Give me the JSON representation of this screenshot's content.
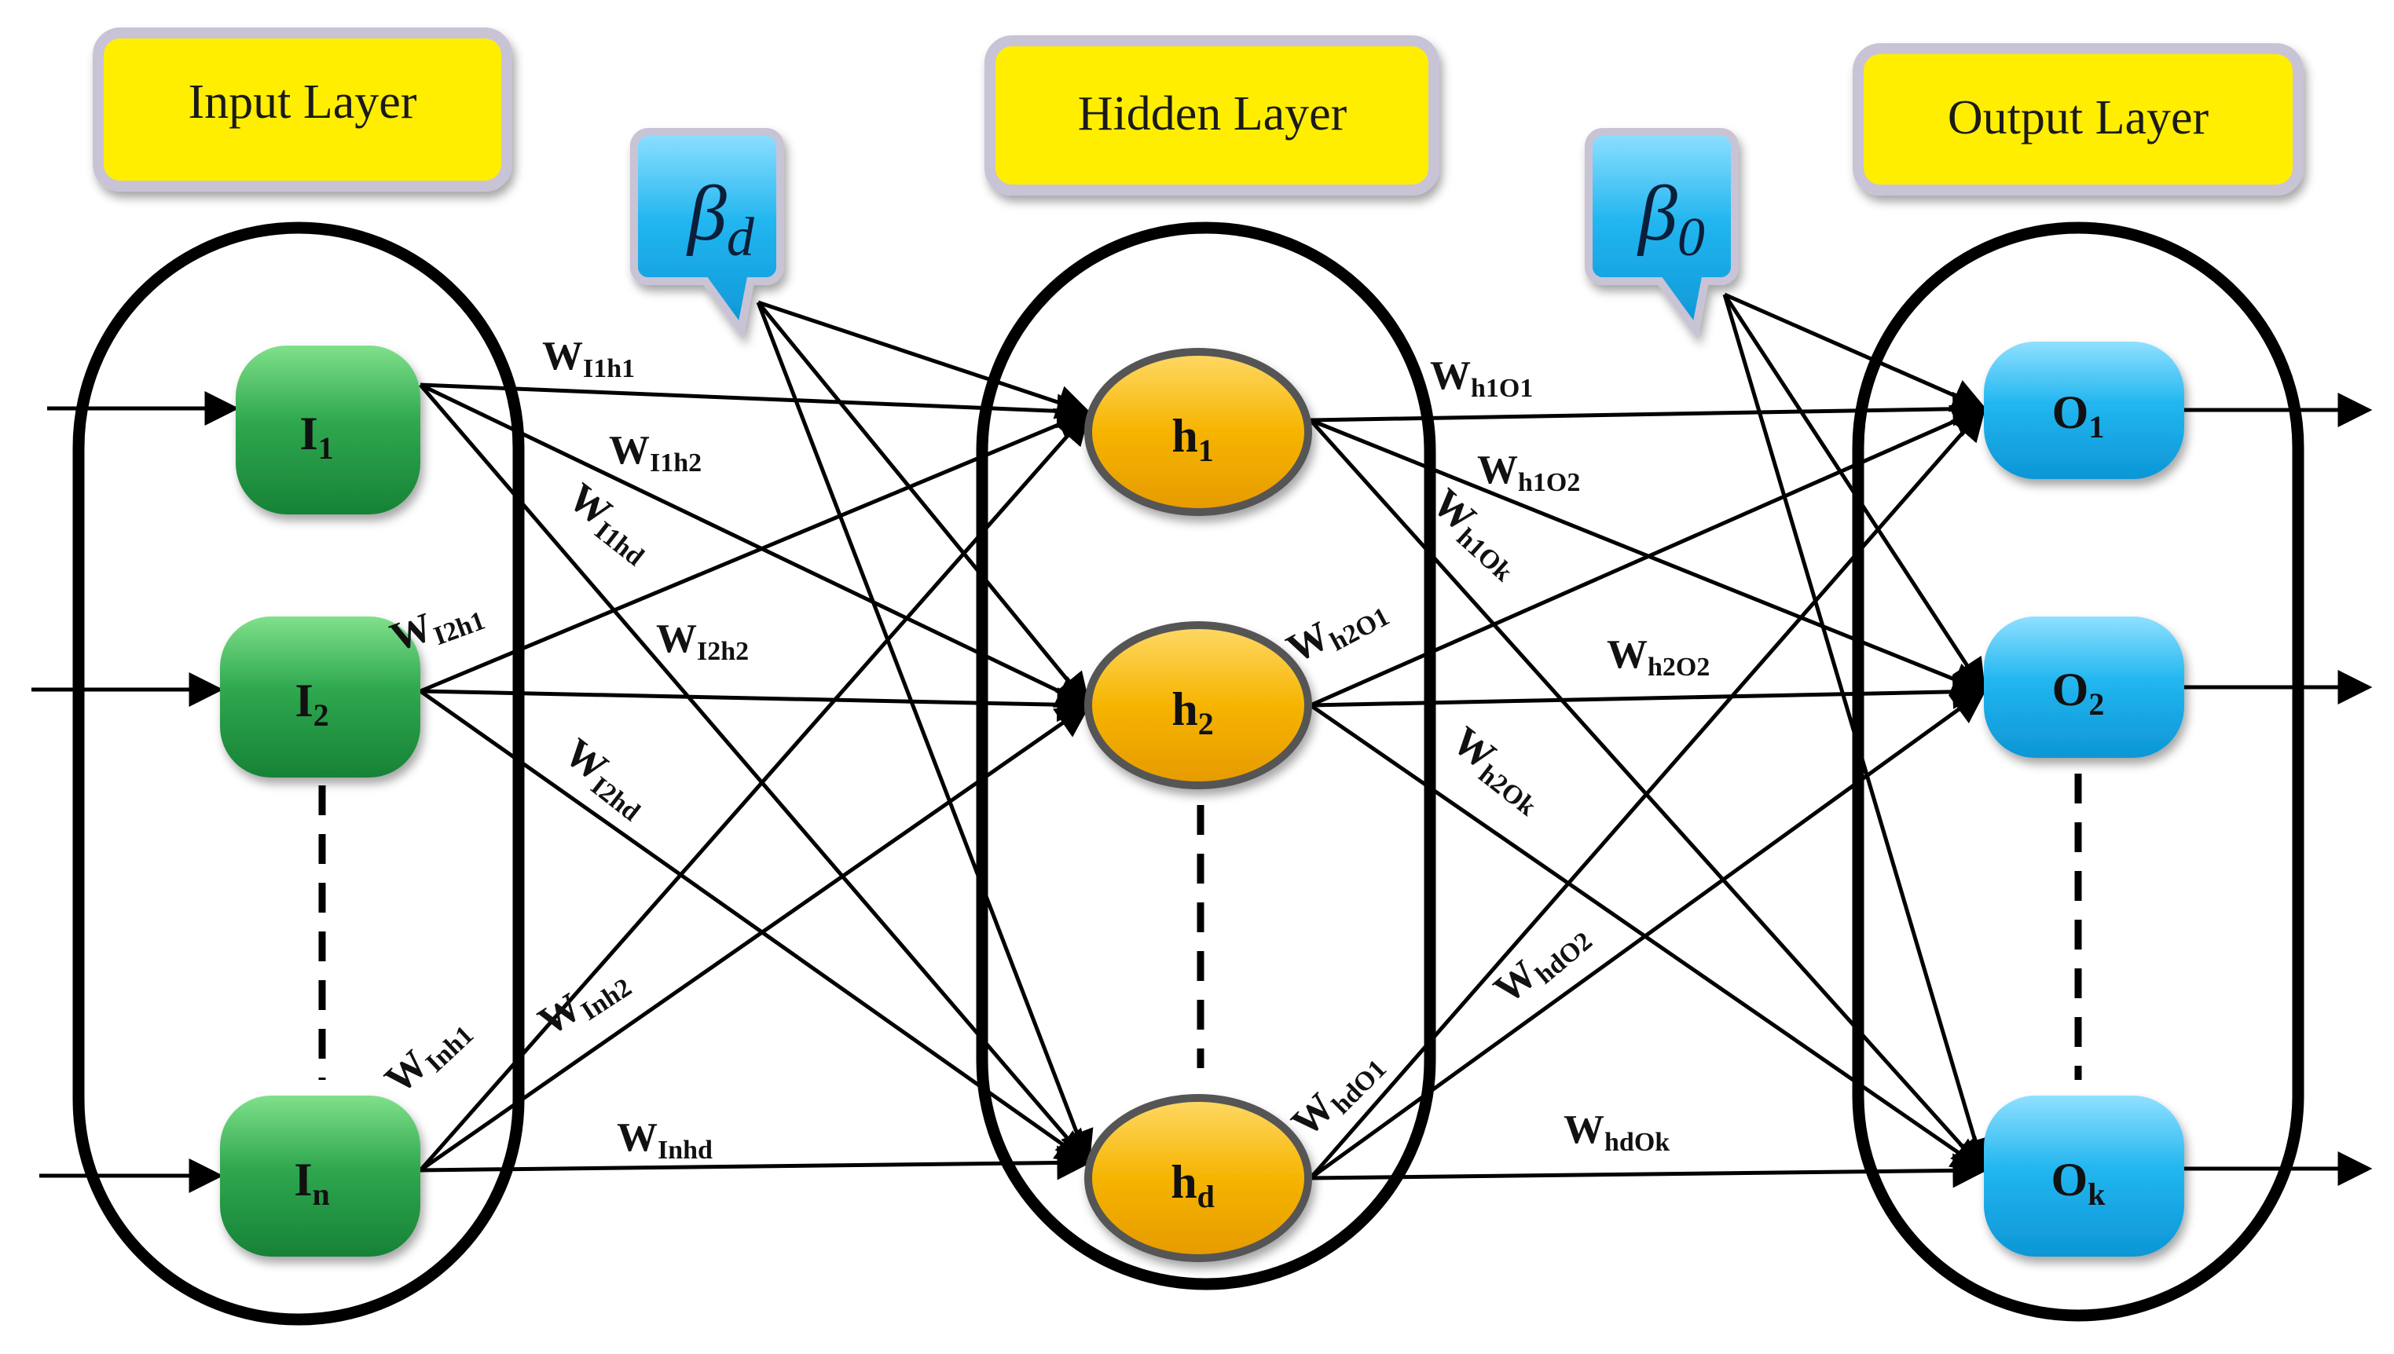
{
  "colors": {
    "title_box": "#ffee00",
    "title_box_border": "#c9c3d6",
    "input_node": "#2fa84f",
    "hidden_node": "#f6b400",
    "output_node": "#22b6f0",
    "bias_box": "#22b6f0",
    "container_stroke": "#000000",
    "edge": "#000000"
  },
  "layers": {
    "input": {
      "title": "Input Layer"
    },
    "hidden": {
      "title": "Hidden Layer"
    },
    "output": {
      "title": "Output Layer"
    }
  },
  "bias": {
    "hidden": {
      "symbol": "β",
      "sub": "d"
    },
    "output": {
      "symbol": "β",
      "sub": "0"
    }
  },
  "nodes": {
    "input": [
      {
        "id": "I1",
        "main": "I",
        "sub": "1"
      },
      {
        "id": "I2",
        "main": "I",
        "sub": "2"
      },
      {
        "id": "In",
        "main": "I",
        "sub": "n"
      }
    ],
    "hidden": [
      {
        "id": "h1",
        "main": "h",
        "sub": "1"
      },
      {
        "id": "h2",
        "main": "h",
        "sub": "2"
      },
      {
        "id": "hd",
        "main": "h",
        "sub": "d"
      }
    ],
    "output": [
      {
        "id": "O1",
        "main": "O",
        "sub": "1"
      },
      {
        "id": "O2",
        "main": "O",
        "sub": "2"
      },
      {
        "id": "Ok",
        "main": "O",
        "sub": "k"
      }
    ]
  },
  "weights": [
    {
      "id": "w_i1h1",
      "sub": "I1h1"
    },
    {
      "id": "w_i1h2",
      "sub": "I1h2"
    },
    {
      "id": "w_i1hd",
      "sub": "I1hd"
    },
    {
      "id": "w_i2h1",
      "sub": "I2h1"
    },
    {
      "id": "w_i2h2",
      "sub": "I2h2"
    },
    {
      "id": "w_i2hd",
      "sub": "I2hd"
    },
    {
      "id": "w_inh1",
      "sub": "Inh1"
    },
    {
      "id": "w_inh2",
      "sub": "Inh2"
    },
    {
      "id": "w_inhd",
      "sub": "Inhd"
    },
    {
      "id": "w_h1o1",
      "sub": "h1O1"
    },
    {
      "id": "w_h1o2",
      "sub": "h1O2"
    },
    {
      "id": "w_h1ok",
      "sub": "h1Ok"
    },
    {
      "id": "w_h2o1",
      "sub": "h2O1"
    },
    {
      "id": "w_h2o2",
      "sub": "h2O2"
    },
    {
      "id": "w_h2ok",
      "sub": "h2Ok"
    },
    {
      "id": "w_hdo1",
      "sub": "hdO1"
    },
    {
      "id": "w_hdo2",
      "sub": "hdO2"
    },
    {
      "id": "w_hdok",
      "sub": "hdOk"
    }
  ]
}
